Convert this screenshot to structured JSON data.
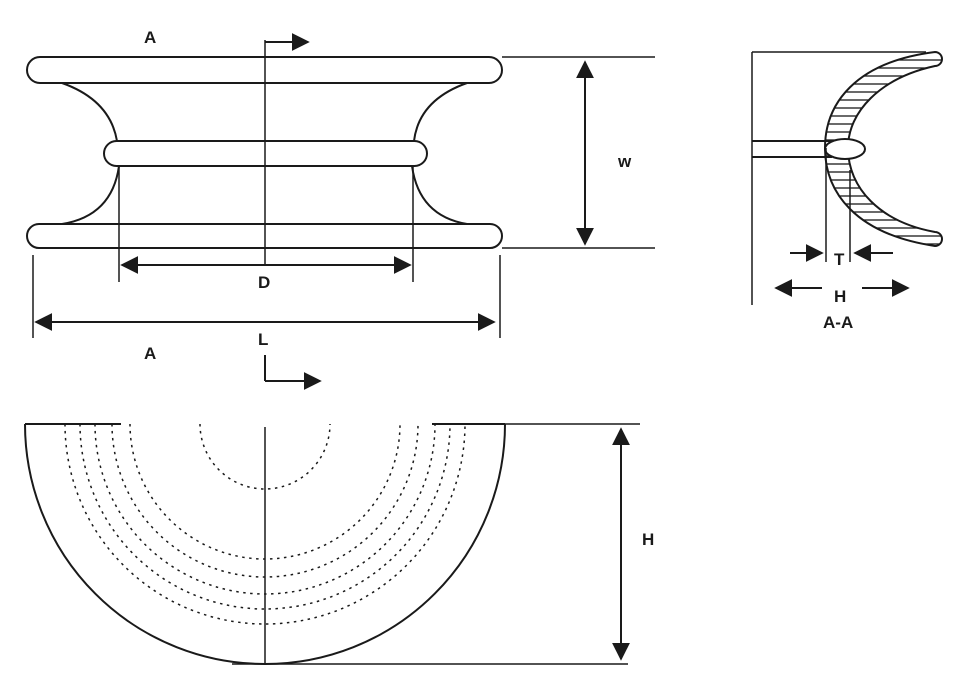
{
  "labels": {
    "section_top": "A",
    "section_bottom": "A",
    "w": "w",
    "d": "D",
    "l": "L",
    "h_bottom": "H",
    "t": "T",
    "h_section": "H",
    "section_title": "A-A"
  },
  "colors": {
    "line": "#1a1a1a",
    "background": "#ffffff"
  }
}
